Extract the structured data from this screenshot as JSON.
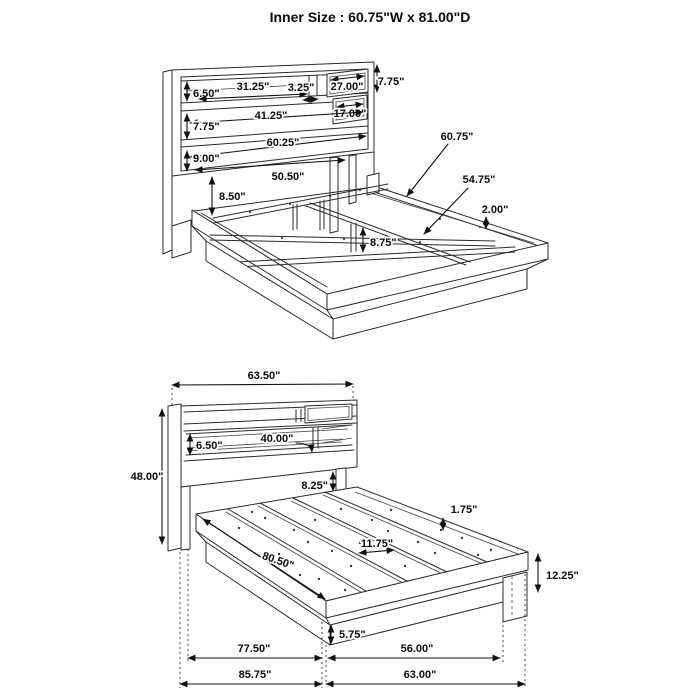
{
  "title": "Inner Size : 60.75\"W x 81.00\"D",
  "top_view": {
    "dims": {
      "shelf_height": "6.50\"",
      "shelf_width": "31.25\"",
      "divider_width": "3.25\"",
      "compartment_width": "27.00\"",
      "top_section_height": "7.75\"",
      "small_compartment_width": "17.00\"",
      "middle_panel_width": "41.25\"",
      "middle_panel_height": "7.75\"",
      "lower_panel_width": "60.25\"",
      "lower_panel_height": "9.00\"",
      "rail_span": "50.50\"",
      "headboard_clearance": "8.50\"",
      "slat_rail_length": "60.75\"",
      "center_rail_length": "54.75\"",
      "rail_thickness": "2.00\"",
      "center_support_height": "8.75\""
    }
  },
  "bottom_view": {
    "dims": {
      "headboard_width": "63.50\"",
      "headboard_height": "48.00\"",
      "shelf_opening_height": "6.50\"",
      "shelf_opening_width": "40.00\"",
      "underbed_clearance": "8.25\"",
      "deck_length": "80.50\"",
      "slat_spacing": "11.75\"",
      "slat_thickness": "1.75\"",
      "platform_height": "12.25\"",
      "base_height": "5.75\"",
      "base_length": "77.50\"",
      "base_width": "56.00\"",
      "overall_length": "85.75\"",
      "overall_width": "63.00\""
    }
  }
}
